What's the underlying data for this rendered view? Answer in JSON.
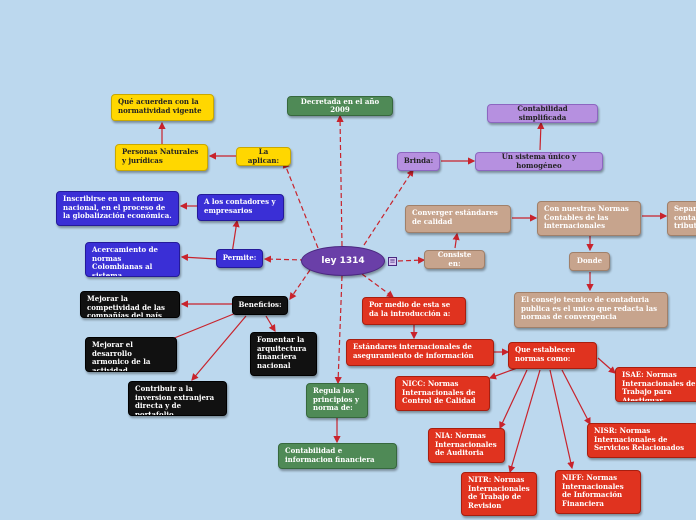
{
  "center": {
    "label": "ley 1314"
  },
  "nodes": {
    "decretada": "Decretada en el año 2009",
    "que_acuerden": "Qué acuerden con la normatividad vigente",
    "personas": "Personas Naturales y jurídicas",
    "la_aplican": "La aplican:",
    "inscribirse": "Inscribirse en un entorno nacional, en el proceso de la globalización económica.",
    "a_los_contadores": "A los contadores y empresarios",
    "acercamiento": "Acercamiento de normas Colombianas al sistema internacional",
    "permite": "Permite:",
    "mejorar_competitividad": "Mejorar la competividad de las compañías del país",
    "beneficios": "Beneficios:",
    "mejorar_desarrollo": "Mejorar el desarrollo armonico de la actividad empresarial",
    "fomentar": "Fomentar la arquitectura financiera nacional",
    "contribuir": "Contribuir a la inversion extranjera directa y de portafolio",
    "regula": "Regula los principios y norma de:",
    "contabilidad_info": "Contabilidad e informacion financiera",
    "brinda": "Brinda:",
    "sistema_unico": "Un sistema único y homogéneo",
    "contabilidad_simplificada": "Contabilidad simplificada",
    "converger": "Converger estándares de calidad",
    "con_nuestras": "Con nuestras  Normas Contables de las internacionales",
    "separar": "Separar la contabilidad tributaria",
    "consiste": "Consiste en:",
    "donde": "Donde",
    "consejo": "El consejo tecnico de contaduria publica es el unico que redacta las normas de convergencia",
    "por_medio": "Por medio de esta se da la introducción a:",
    "estandares": "Estándares internacionales de aseguramiento de información",
    "que_establecen": "Que establecen normas como:",
    "nicc": "NICC: Normas Internacionales de Control de Calidad",
    "isae": "ISAE: Normas Internacionales de Trabajo para Atestiguar",
    "nia": "NIA: Normas Internacionales de Auditoria",
    "nisr": "NISR: Normas Internacionales de Servicios Relacionados",
    "nitr": "NITR: Normas Internacionales de Trabajo de Revision",
    "niff": "NIFF: Normas Internacionales de Información Financiera"
  }
}
